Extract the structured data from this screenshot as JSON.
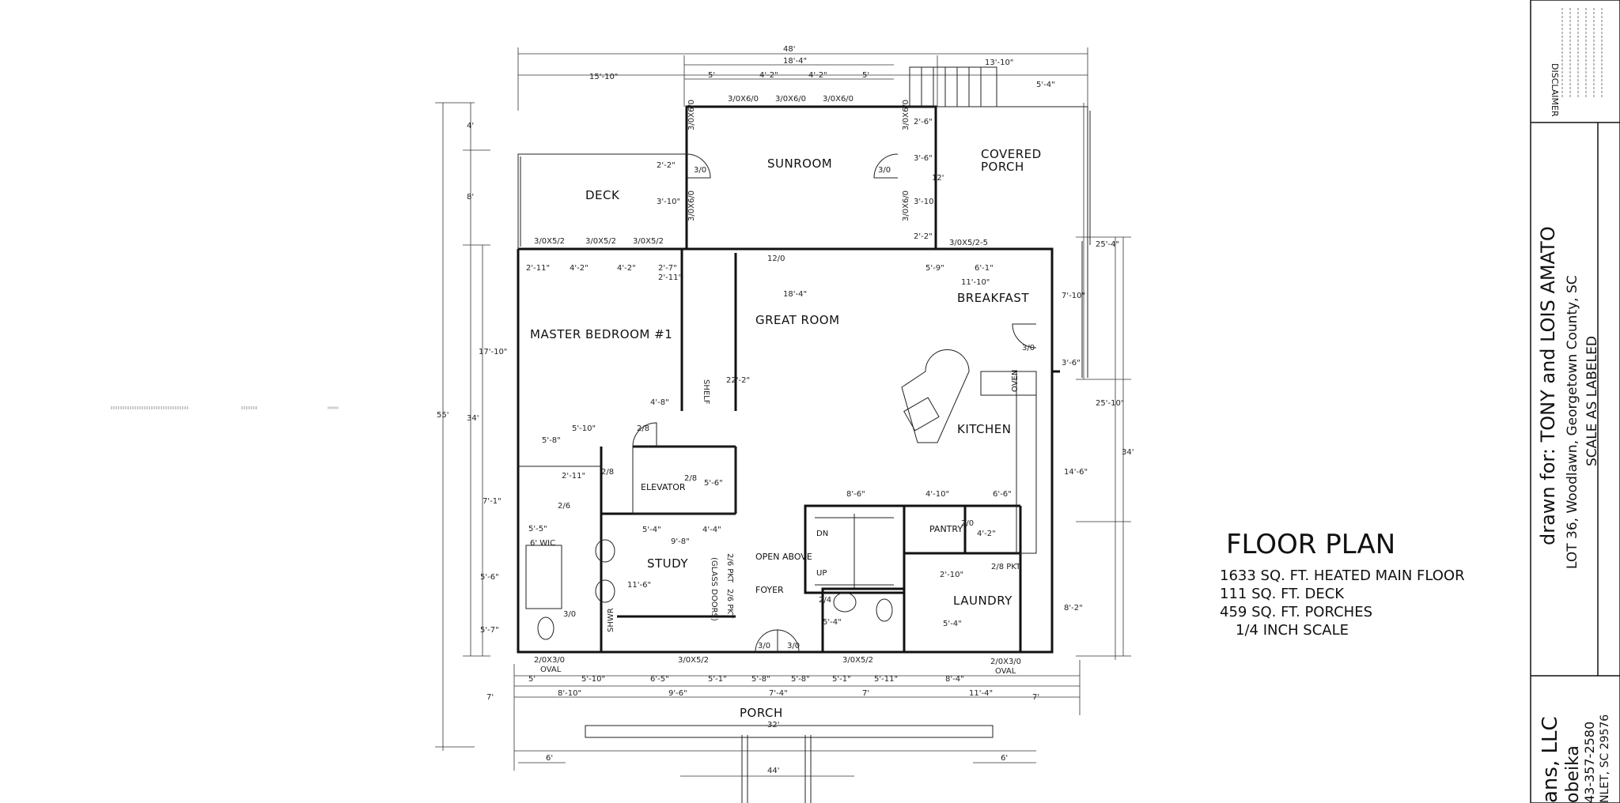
{
  "rooms": {
    "sunroom": "SUNROOM",
    "covered_porch_1": "COVERED",
    "covered_porch_2": "PORCH",
    "deck": "DECK",
    "great_room": "GREAT ROOM",
    "breakfast": "BREAKFAST",
    "master_bedroom": "MASTER BEDROOM #1",
    "kitchen": "KITCHEN",
    "elevator": "ELEVATOR",
    "study": "STUDY",
    "foyer": "FOYER",
    "open_above": "OPEN ABOVE",
    "laundry": "LAUNDRY",
    "pantry": "PANTRY",
    "porch": "PORCH",
    "oven": "OVEN",
    "dn": "DN",
    "up": "UP"
  },
  "doors_windows": {
    "w_sun_top_1": "3/0X6/0",
    "w_sun_top_2": "3/0X6/0",
    "w_sun_top_3": "3/0X6/0",
    "w_sun_left_1": "3/0X6/0",
    "w_sun_left_2": "3/0X6/0",
    "w_sun_right_1": "3/0X6/0",
    "w_sun_right_2": "3/0X6/0",
    "d_sun_left": "3/0",
    "d_sun_right": "3/0",
    "w_deck_1": "3/0X5/2",
    "w_deck_2": "3/0X5/2",
    "w_deck_3": "3/0X5/2",
    "w_porch": "3/0X5/2-5",
    "opening_12": "12/0",
    "d_breakfast": "3/0",
    "d_28a": "2/8",
    "d_28b": "2/8",
    "d_28c": "2/8",
    "d_26": "2/6",
    "d_30": "3/0",
    "d_pantry": "2/0",
    "d_laundry": "2/8 PKT",
    "d_24": "2/4",
    "d_front_1": "3/0",
    "d_front_2": "3/0",
    "w_front_1": "3/0X5/2",
    "w_front_2": "3/0X5/2",
    "w_oval_l1": "2/0X3/0",
    "w_oval_l2": "OVAL",
    "w_oval_r1": "2/0X3/0",
    "w_oval_r2": "OVAL",
    "study_door_1": "2/6 PKT",
    "study_door_2": "2/6 PKT",
    "study_doors": "(GLASS DOORS)",
    "shower": "SHWR",
    "shelf": "SHELF",
    "wic": "6' WIC"
  },
  "dimensions": {
    "total_width": "48'",
    "top_15_10": "15'-10\"",
    "top_18_4": "18'-4\"",
    "top_13_10": "13'-10\"",
    "seg_5": "5'",
    "seg_4_2a": "4'-2\"",
    "seg_4_2b": "4'-2\"",
    "seg_5b": "5'",
    "seg_5_4": "5'-4\"",
    "left_4": "4'",
    "left_8": "8'",
    "left_17_10": "17'-10\"",
    "left_55": "55'",
    "left_34": "34'",
    "left_7_1": "7'-1\"",
    "left_5_6": "5'-6\"",
    "left_5_7": "5'-7\"",
    "right_2_6": "2'-6\"",
    "right_3_6": "3'-6\"",
    "right_12": "12'",
    "right_3_10": "3'-10\"",
    "right_2_2": "2'-2\"",
    "right_25_4": "25'-4\"",
    "right_7_10": "7'-10\"",
    "right_3_6b": "3'-6\"",
    "right_25_10": "25'-10\"",
    "right_34": "34'",
    "right_14_6": "14'-6\"",
    "right_8_2": "8'-2\"",
    "sun_2_2": "2'-2\"",
    "sun_3_10": "3'-10\"",
    "gr_18_4": "18'-4\"",
    "gr_5_9": "5'-9\"",
    "gr_6_1": "6'-1\"",
    "gr_11_10": "11'-10\"",
    "gr_22_2": "22'-2\"",
    "mb_2_11": "2'-11\"",
    "mb_4_2a": "4'-2\"",
    "mb_4_2b": "4'-2\"",
    "mb_2_7": "2'-7\"",
    "mb_2_11b": "2'-11\"",
    "mb_4_8": "4'-8\"",
    "mb_5_10": "5'-10\"",
    "mb_5_8": "5'-8\"",
    "mb_2_11c": "2'-11\"",
    "mb_5_5": "5'-5\"",
    "st_5_4": "5'-4\"",
    "st_4_4": "4'-4\"",
    "st_9_8": "9'-8\"",
    "st_11_6": "11'-6\"",
    "el_5_6": "5'-6\"",
    "k_8_6": "8'-6\"",
    "k_4_10": "4'-10\"",
    "k_6_6": "6'-6\"",
    "k_4_2": "4'-2\"",
    "k_2_10": "2'-10\"",
    "k_5_4": "5'-4\"",
    "f_5_4": "5'-4\"",
    "b_5": "5'",
    "b_5_10": "5'-10\"",
    "b_6_5": "6'-5\"",
    "b_5_1a": "5'-1\"",
    "b_5_8a": "5'-8\"",
    "b_5_8b": "5'-8\"",
    "b_5_1b": "5'-1\"",
    "b_5_11": "5'-11\"",
    "b_8_4": "8'-4\"",
    "b_8_10": "8'-10\"",
    "b_9_6": "9'-6\"",
    "b_7_4": "7'-4\"",
    "b_7": "7'",
    "b_11_4": "11'-4\"",
    "b_32": "32'",
    "b_44": "44'",
    "b_6a": "6'",
    "b_6b": "6'",
    "b_7b": "7'",
    "b_7c": "7'"
  },
  "floor_plan": {
    "title": "FLOOR PLAN",
    "line1": "1633 SQ. FT. HEATED MAIN FLOOR",
    "line2": "111 SQ. FT. DECK",
    "line3": "459 SQ. FT. PORCHES",
    "line4": "1/4 INCH SCALE"
  },
  "title_block": {
    "disclaimer_title": "DISCLAIMER",
    "drawn_for": "drawn for: TONY and LOIS AMATO",
    "lot": "LOT 36, Woodlawn, Georgetown County, SC",
    "scale": "SCALE AS LABELED",
    "company": "ans, LLC",
    "name": "obeika",
    "phone": "43-357-2580",
    "address": "NLET, SC 29576"
  }
}
